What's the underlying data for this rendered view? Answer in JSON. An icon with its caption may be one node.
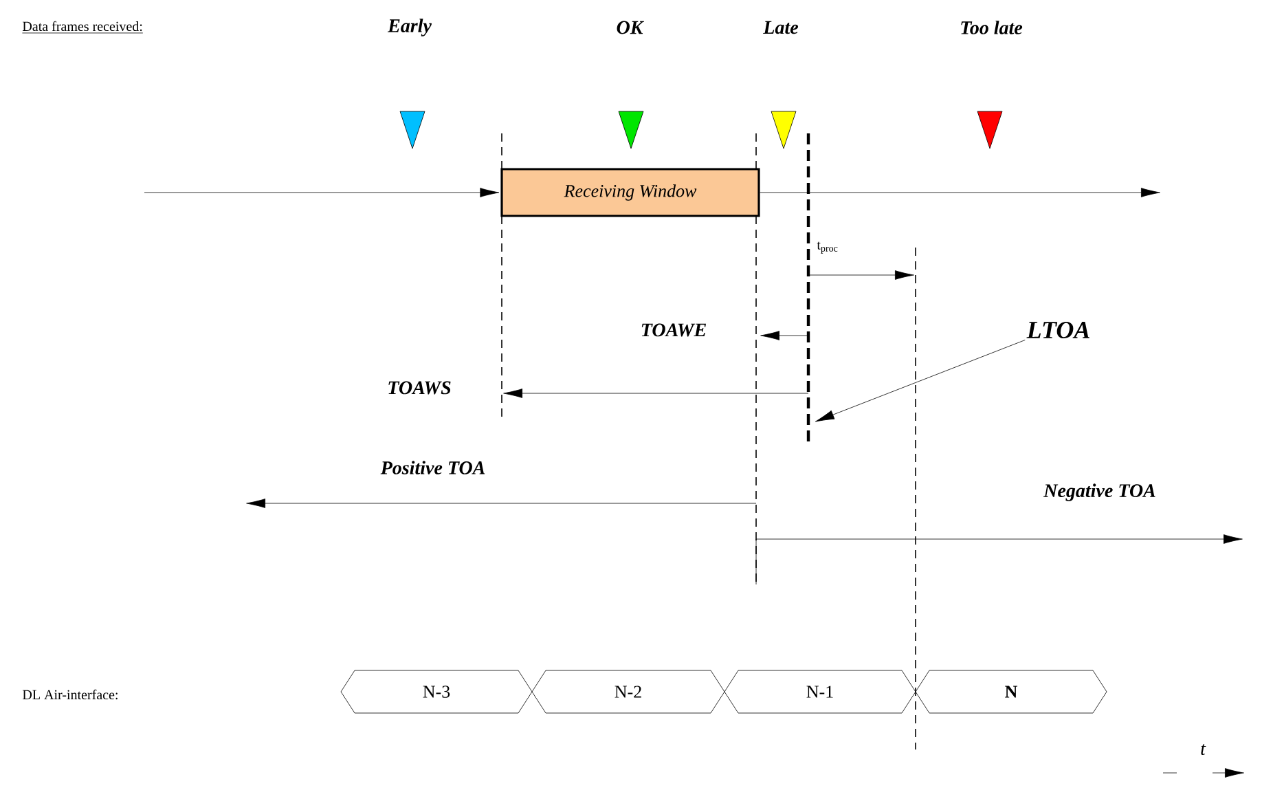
{
  "diagram": {
    "nodes": [
      {
        "text": [
          "Receiving Window"
        ]
      },
      {
        "text": [
          "LTOA"
        ]
      },
      {
        "text": [
          "N-3"
        ]
      },
      {
        "text": [
          "N-2"
        ]
      },
      {
        "text": [
          "N-1"
        ]
      },
      {
        "text": [
          "N"
        ]
      }
    ],
    "edges": [
      {
        "from": null,
        "to": 0,
        "arrow": "to"
      },
      {
        "from": 0,
        "to": null,
        "arrow": "to"
      },
      {
        "from": 1,
        "to": null,
        "arrow": "to"
      }
    ],
    "labels": [
      "Data frames received:",
      "Early",
      "OK",
      "Late",
      "Too late",
      "t$_{proc}$",
      "TOAWE",
      "TOAWS",
      "Positive TOA",
      "Negative TOA",
      "DL Air-interface:",
      "t"
    ]
  }
}
